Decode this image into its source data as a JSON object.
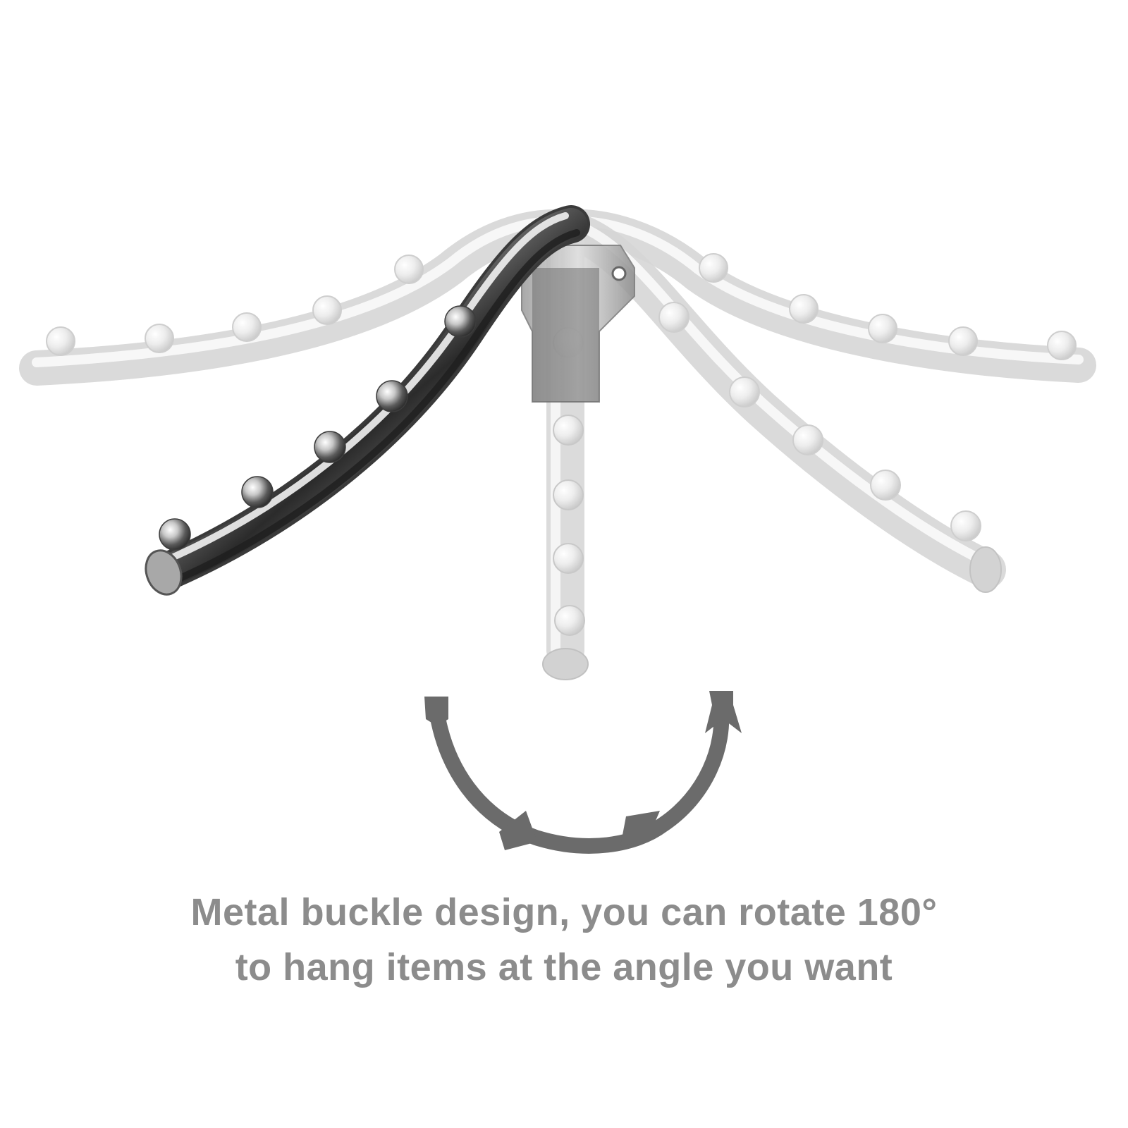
{
  "caption": {
    "line1": "Metal buckle design, you can rotate 180°",
    "line2": "to hang items at the angle you want"
  },
  "colors": {
    "background": "#ffffff",
    "caption_text": "#8c8c8c",
    "rotation_arrow": "#6b6b6b",
    "ghost_rod": "#d9d9d9",
    "ghost_rod_highlight": "#f5f5f5",
    "chrome_dark": "#2e2e2e",
    "chrome_mid": "#8a8a8a",
    "chrome_light": "#e8e8e8"
  },
  "illustration": {
    "subject": "rotating wall hook rod with ball knobs",
    "ghost_positions": [
      "left-horizontal",
      "center-vertical",
      "right-horizontal",
      "right-diagonal"
    ],
    "highlighted_position": "left-diagonal",
    "rotation_arrow_icon": "rotate-180-arrow-icon"
  }
}
